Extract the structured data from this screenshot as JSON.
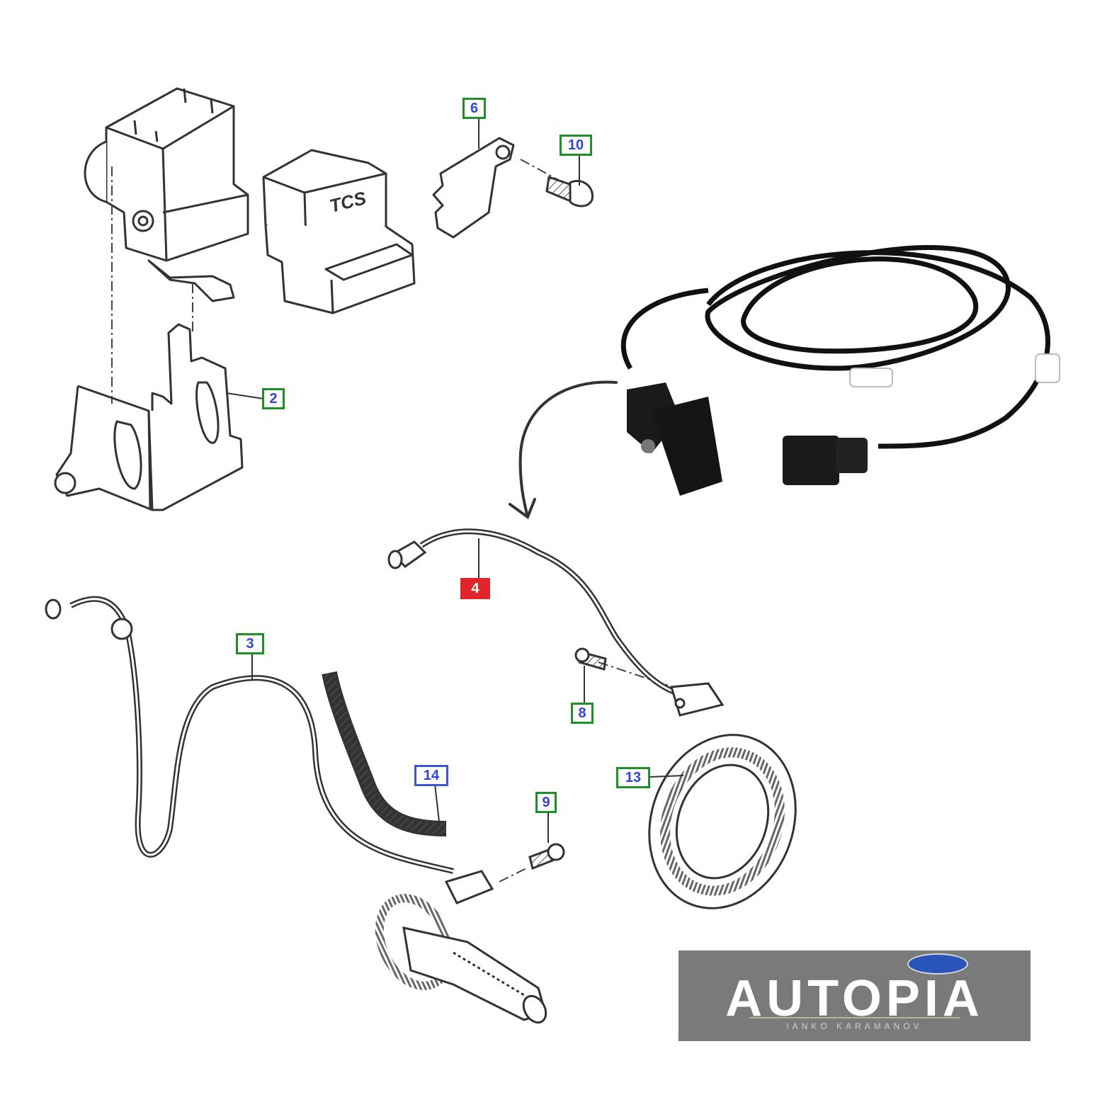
{
  "callouts": [
    {
      "id": "item-2",
      "label": "2"
    },
    {
      "id": "item-6",
      "label": "6"
    },
    {
      "id": "item-10",
      "label": "10"
    },
    {
      "id": "item-4",
      "label": "4"
    },
    {
      "id": "item-3",
      "label": "3"
    },
    {
      "id": "item-8",
      "label": "8"
    },
    {
      "id": "item-14",
      "label": "14"
    },
    {
      "id": "item-9",
      "label": "9"
    },
    {
      "id": "item-13",
      "label": "13"
    }
  ],
  "parts": {
    "abs_unit_label": "TCS"
  },
  "logo": {
    "wordmark": "AUTOPIA",
    "subtitle": "IANKO KARAMANOV"
  },
  "colors": {
    "callout_green": "#1f8f2a",
    "callout_blue": "#3a55d6",
    "callout_highlight": "#e1252b",
    "line_art": "#333333",
    "logo_background": "#7a7a7a"
  }
}
